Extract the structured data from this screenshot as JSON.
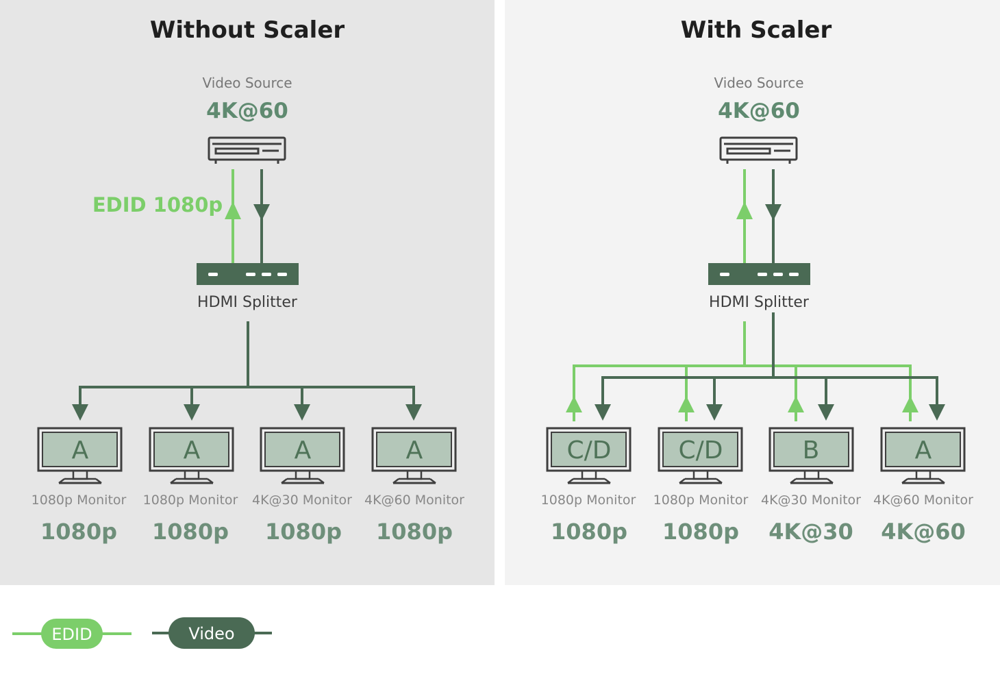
{
  "colors": {
    "edid": "#7cce6a",
    "video": "#4a6a54",
    "device": "#3f3f3f",
    "screen": "#b4c7b9"
  },
  "panels": [
    {
      "title": "Without Scaler",
      "source_label": "Video Source",
      "source_res": "4K@60",
      "edid_label": "EDID 1080p",
      "splitter_label": "HDMI Splitter",
      "monitors": [
        {
          "letter": "A",
          "label": "1080p Monitor",
          "res": "1080p"
        },
        {
          "letter": "A",
          "label": "1080p Monitor",
          "res": "1080p"
        },
        {
          "letter": "A",
          "label": "4K@30 Monitor",
          "res": "1080p"
        },
        {
          "letter": "A",
          "label": "4K@60 Monitor",
          "res": "1080p"
        }
      ]
    },
    {
      "title": "With Scaler",
      "source_label": "Video Source",
      "source_res": "4K@60",
      "splitter_label": "HDMI Splitter",
      "monitors": [
        {
          "letter": "C/D",
          "label": "1080p Monitor",
          "res": "1080p"
        },
        {
          "letter": "C/D",
          "label": "1080p Monitor",
          "res": "1080p"
        },
        {
          "letter": "B",
          "label": "4K@30 Monitor",
          "res": "4K@30"
        },
        {
          "letter": "A",
          "label": "4K@60 Monitor",
          "res": "4K@60"
        }
      ]
    }
  ],
  "legend": {
    "edid": "EDID",
    "video": "Video"
  }
}
